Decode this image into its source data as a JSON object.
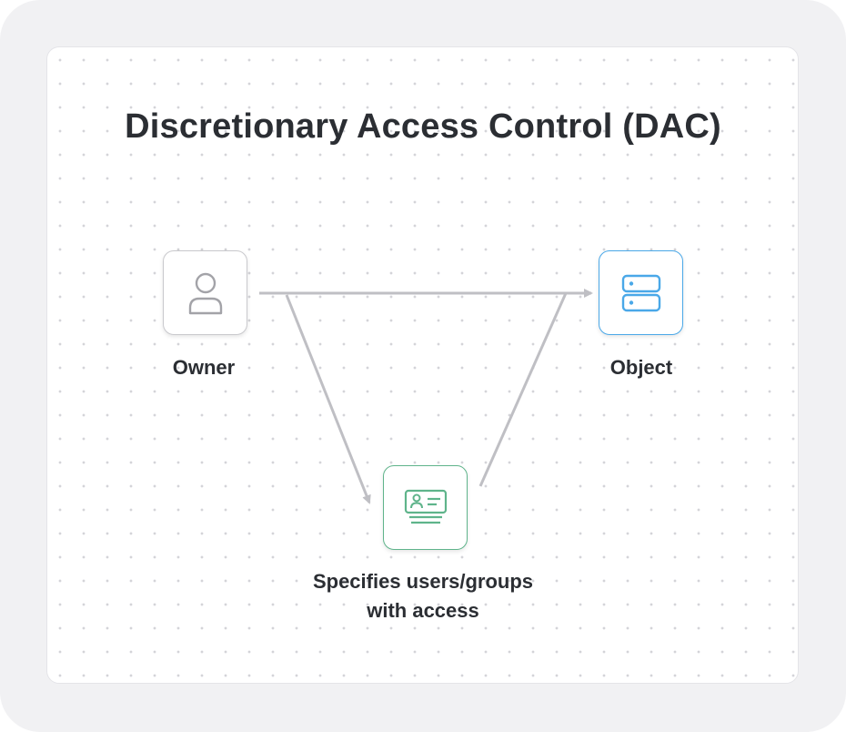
{
  "diagram": {
    "title": "Discretionary Access Control (DAC)",
    "nodes": {
      "owner": {
        "label": "Owner",
        "icon": "user-icon",
        "border_color": "#c9c9cd"
      },
      "object": {
        "label": "Object",
        "icon": "server-icon",
        "border_color": "#4aa8e8"
      },
      "acl": {
        "label_line1": "Specifies users/groups",
        "label_line2": "with access",
        "icon": "id-card-icon",
        "border_color": "#5fb48b"
      }
    },
    "edges": [
      {
        "from": "owner",
        "to": "object"
      },
      {
        "from": "owner",
        "to": "acl"
      },
      {
        "from": "acl",
        "to": "object"
      }
    ],
    "colors": {
      "arrow": "#bfbfc4",
      "text": "#2b2e33"
    }
  }
}
